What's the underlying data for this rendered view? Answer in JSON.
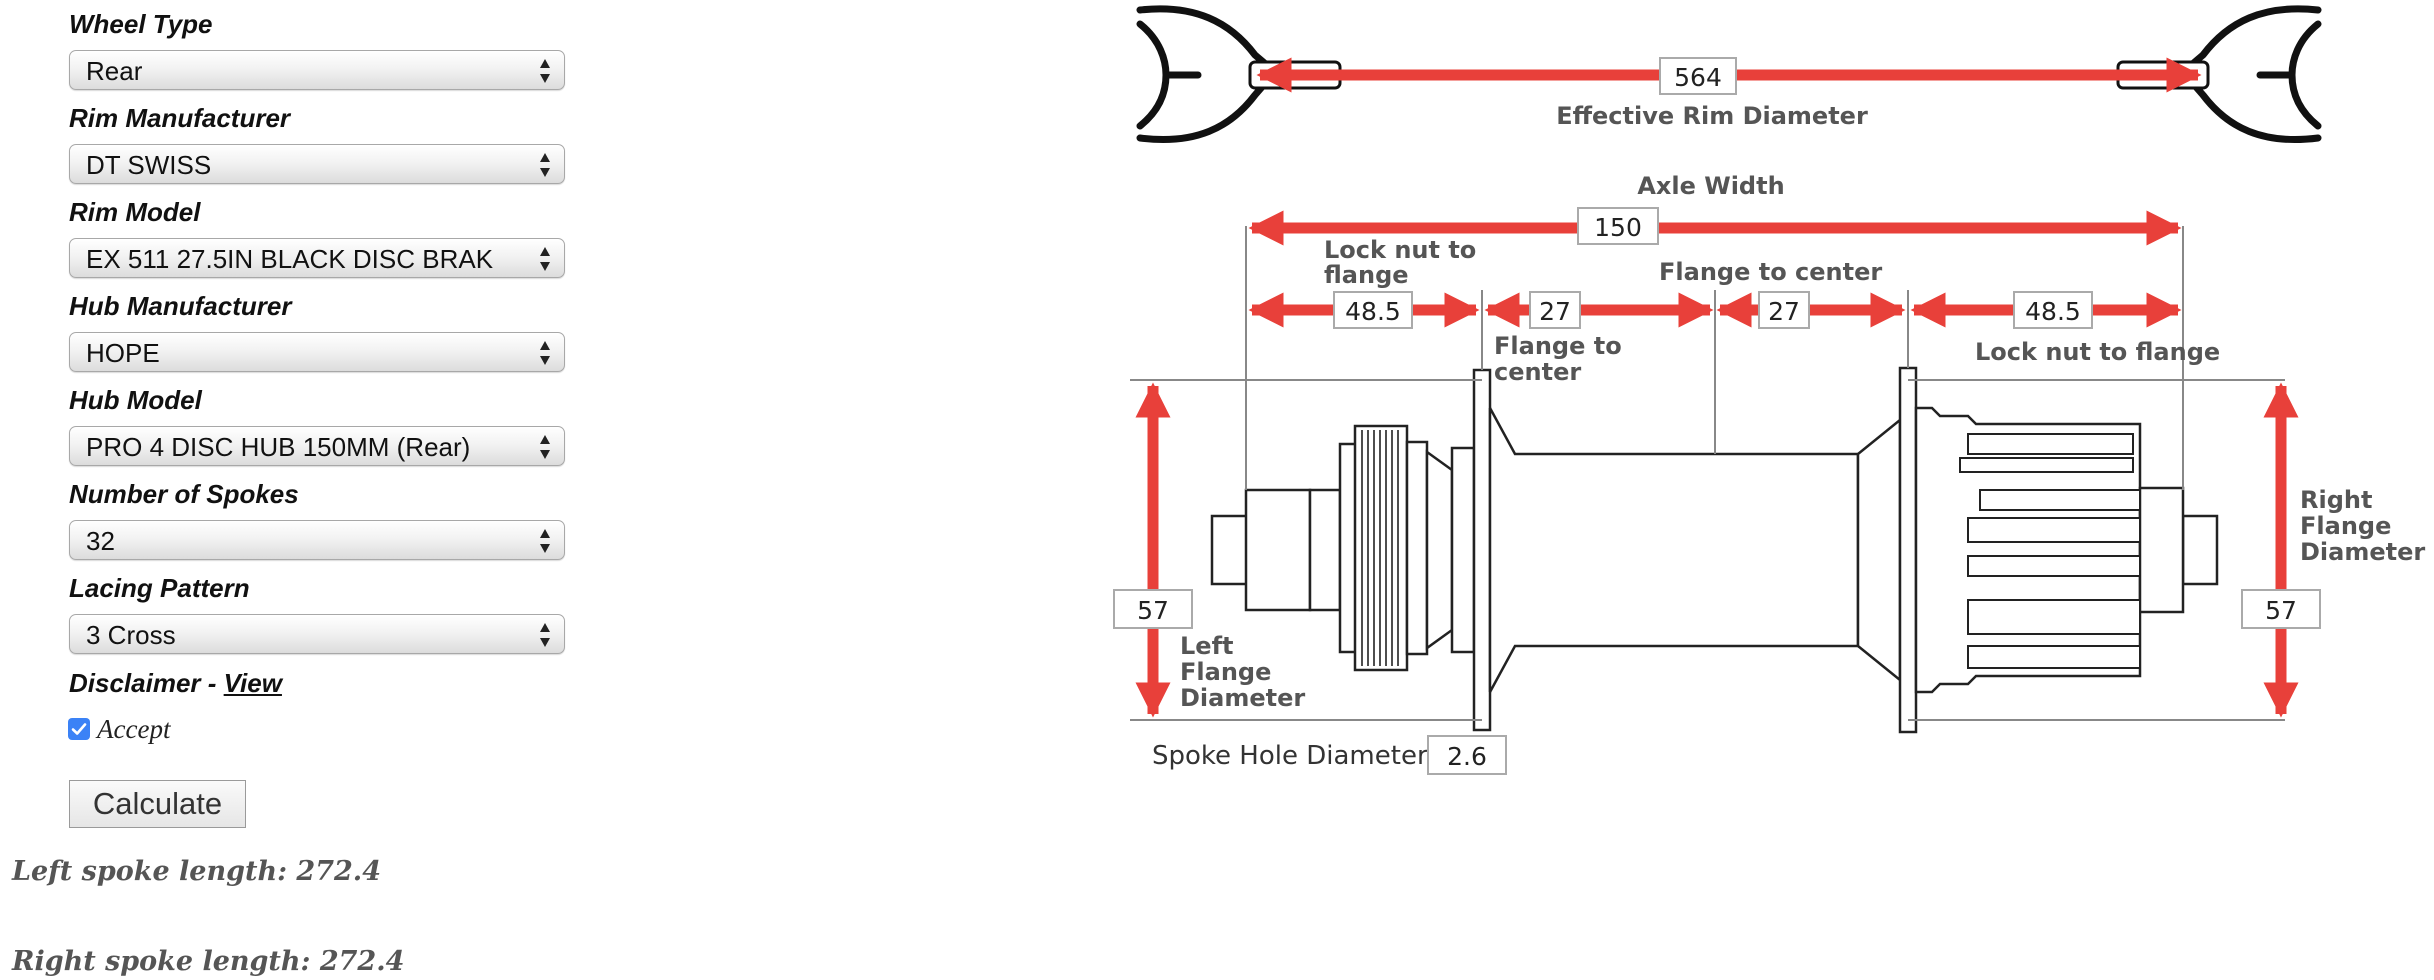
{
  "form": {
    "wheel_type": {
      "label": "Wheel Type",
      "value": "Rear"
    },
    "rim_manufacturer": {
      "label": "Rim Manufacturer",
      "value": "DT SWISS"
    },
    "rim_model": {
      "label": "Rim Model",
      "value": "EX 511 27.5IN BLACK DISC BRAK"
    },
    "hub_manufacturer": {
      "label": "Hub Manufacturer",
      "value": "HOPE"
    },
    "hub_model": {
      "label": "Hub Model",
      "value": "PRO 4 DISC HUB 150MM (Rear)"
    },
    "spokes": {
      "label": "Number of Spokes",
      "value": "32"
    },
    "lacing": {
      "label": "Lacing Pattern",
      "value": "3 Cross"
    },
    "disclaimer": {
      "label": "Disclaimer - ",
      "link": "View"
    },
    "accept": {
      "label": "Accept",
      "checked": true
    },
    "calculate_label": "Calculate"
  },
  "results": {
    "left": "Left spoke length: 272.4",
    "right": "Right spoke length: 272.4"
  },
  "diagram": {
    "erd": {
      "value": "564",
      "label": "Effective Rim Diameter"
    },
    "axle_width": {
      "value": "150",
      "label": "Axle Width"
    },
    "left_lock_to_flange": {
      "value": "48.5",
      "label_line1": "Lock nut to",
      "label_line2": "flange"
    },
    "left_flange_center": {
      "value": "27",
      "label_line1": "Flange to",
      "label_line2": "center"
    },
    "right_flange_center": {
      "value": "27",
      "label": "Flange to center"
    },
    "right_lock_to_flange": {
      "value": "48.5",
      "label": "Lock nut to flange"
    },
    "left_flange_diameter": {
      "value": "57",
      "label_line1": "Left",
      "label_line2": "Flange",
      "label_line3": "Diameter"
    },
    "right_flange_diameter": {
      "value": "57",
      "label_line1": "Right",
      "label_line2": "Flange",
      "label_line3": "Diameter"
    },
    "spoke_hole": {
      "value": "2.6",
      "label": "Spoke Hole Diameter"
    }
  },
  "colors": {
    "arrow": "#e8403a",
    "checkbox": "#3b82f6"
  }
}
